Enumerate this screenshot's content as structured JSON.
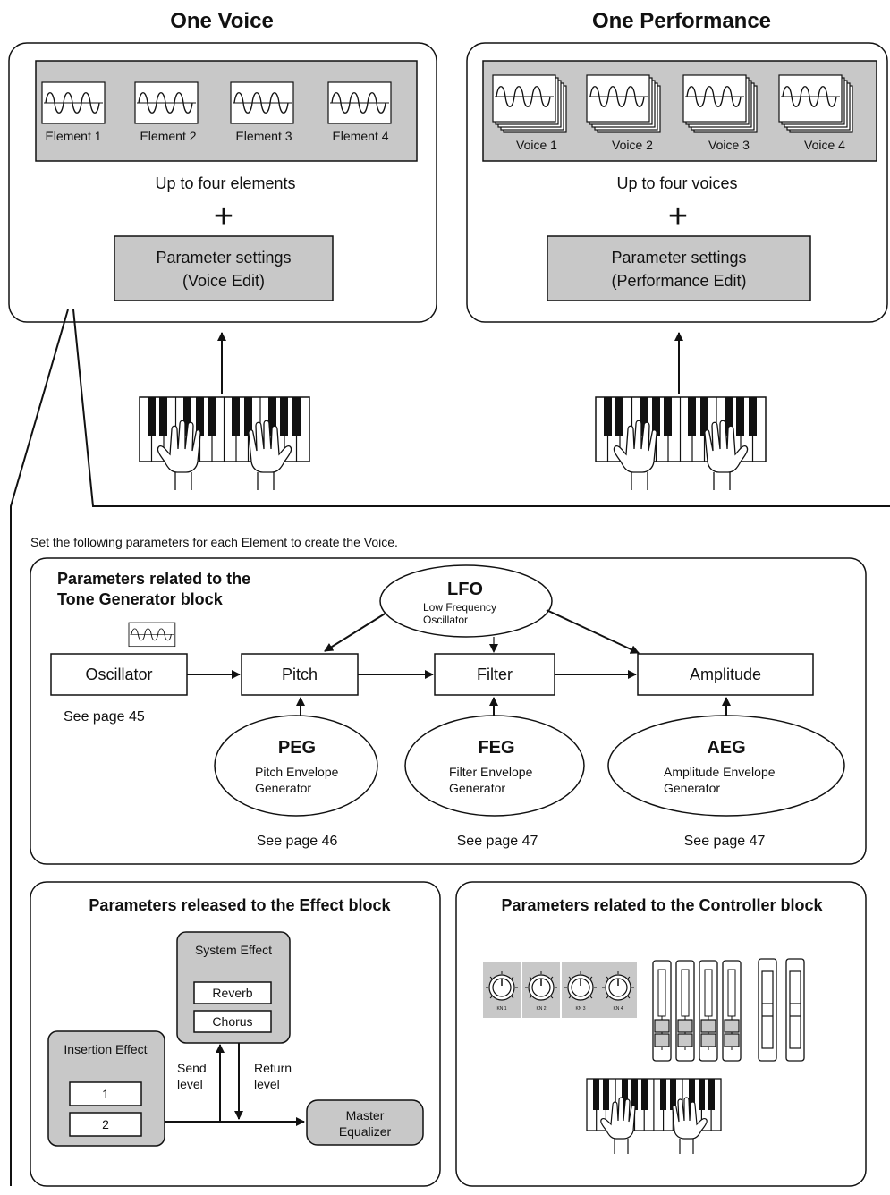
{
  "top": {
    "voice_title": "One Voice",
    "performance_title": "One Performance",
    "elements": [
      "Element 1",
      "Element 2",
      "Element 3",
      "Element 4"
    ],
    "voices": [
      "Voice 1",
      "Voice 2",
      "Voice 3",
      "Voice 4"
    ],
    "elements_caption": "Up to four elements",
    "voices_caption": "Up to four voices",
    "plus": "+",
    "voice_param_line1": "Parameter settings",
    "voice_param_line2": "(Voice Edit)",
    "perf_param_line1": "Parameter settings",
    "perf_param_line2": "(Performance Edit)"
  },
  "detail": {
    "intro": "Set the following parameters for each Element to create the Voice.",
    "tone_title_line1": "Parameters related to the",
    "tone_title_line2": "Tone Generator block",
    "lfo": "LFO",
    "lfo_sub1": "Low Frequency",
    "lfo_sub2": "Oscillator",
    "oscillator": "Oscillator",
    "pitch": "Pitch",
    "filter": "Filter",
    "amplitude": "Amplitude",
    "peg": "PEG",
    "peg_sub1": "Pitch Envelope",
    "peg_sub2": "Generator",
    "feg": "FEG",
    "feg_sub1": "Filter Envelope",
    "feg_sub2": "Generator",
    "aeg": "AEG",
    "aeg_sub1": "Amplitude Envelope",
    "aeg_sub2": "Generator",
    "see45": "See page 45",
    "see46": "See page 46",
    "see47a": "See page 47",
    "see47b": "See page 47"
  },
  "effect": {
    "title": "Parameters released to the Effect block",
    "system": "System Effect",
    "reverb": "Reverb",
    "chorus": "Chorus",
    "insertion": "Insertion Effect",
    "ins1": "1",
    "ins2": "2",
    "send1": "Send",
    "send2": "level",
    "return1": "Return",
    "return2": "level",
    "master1": "Master",
    "master2": "Equalizer"
  },
  "controller": {
    "title": "Parameters related to the Controller block",
    "knobs": [
      "KN 1",
      "KN 2",
      "KN 3",
      "KN 4"
    ]
  }
}
